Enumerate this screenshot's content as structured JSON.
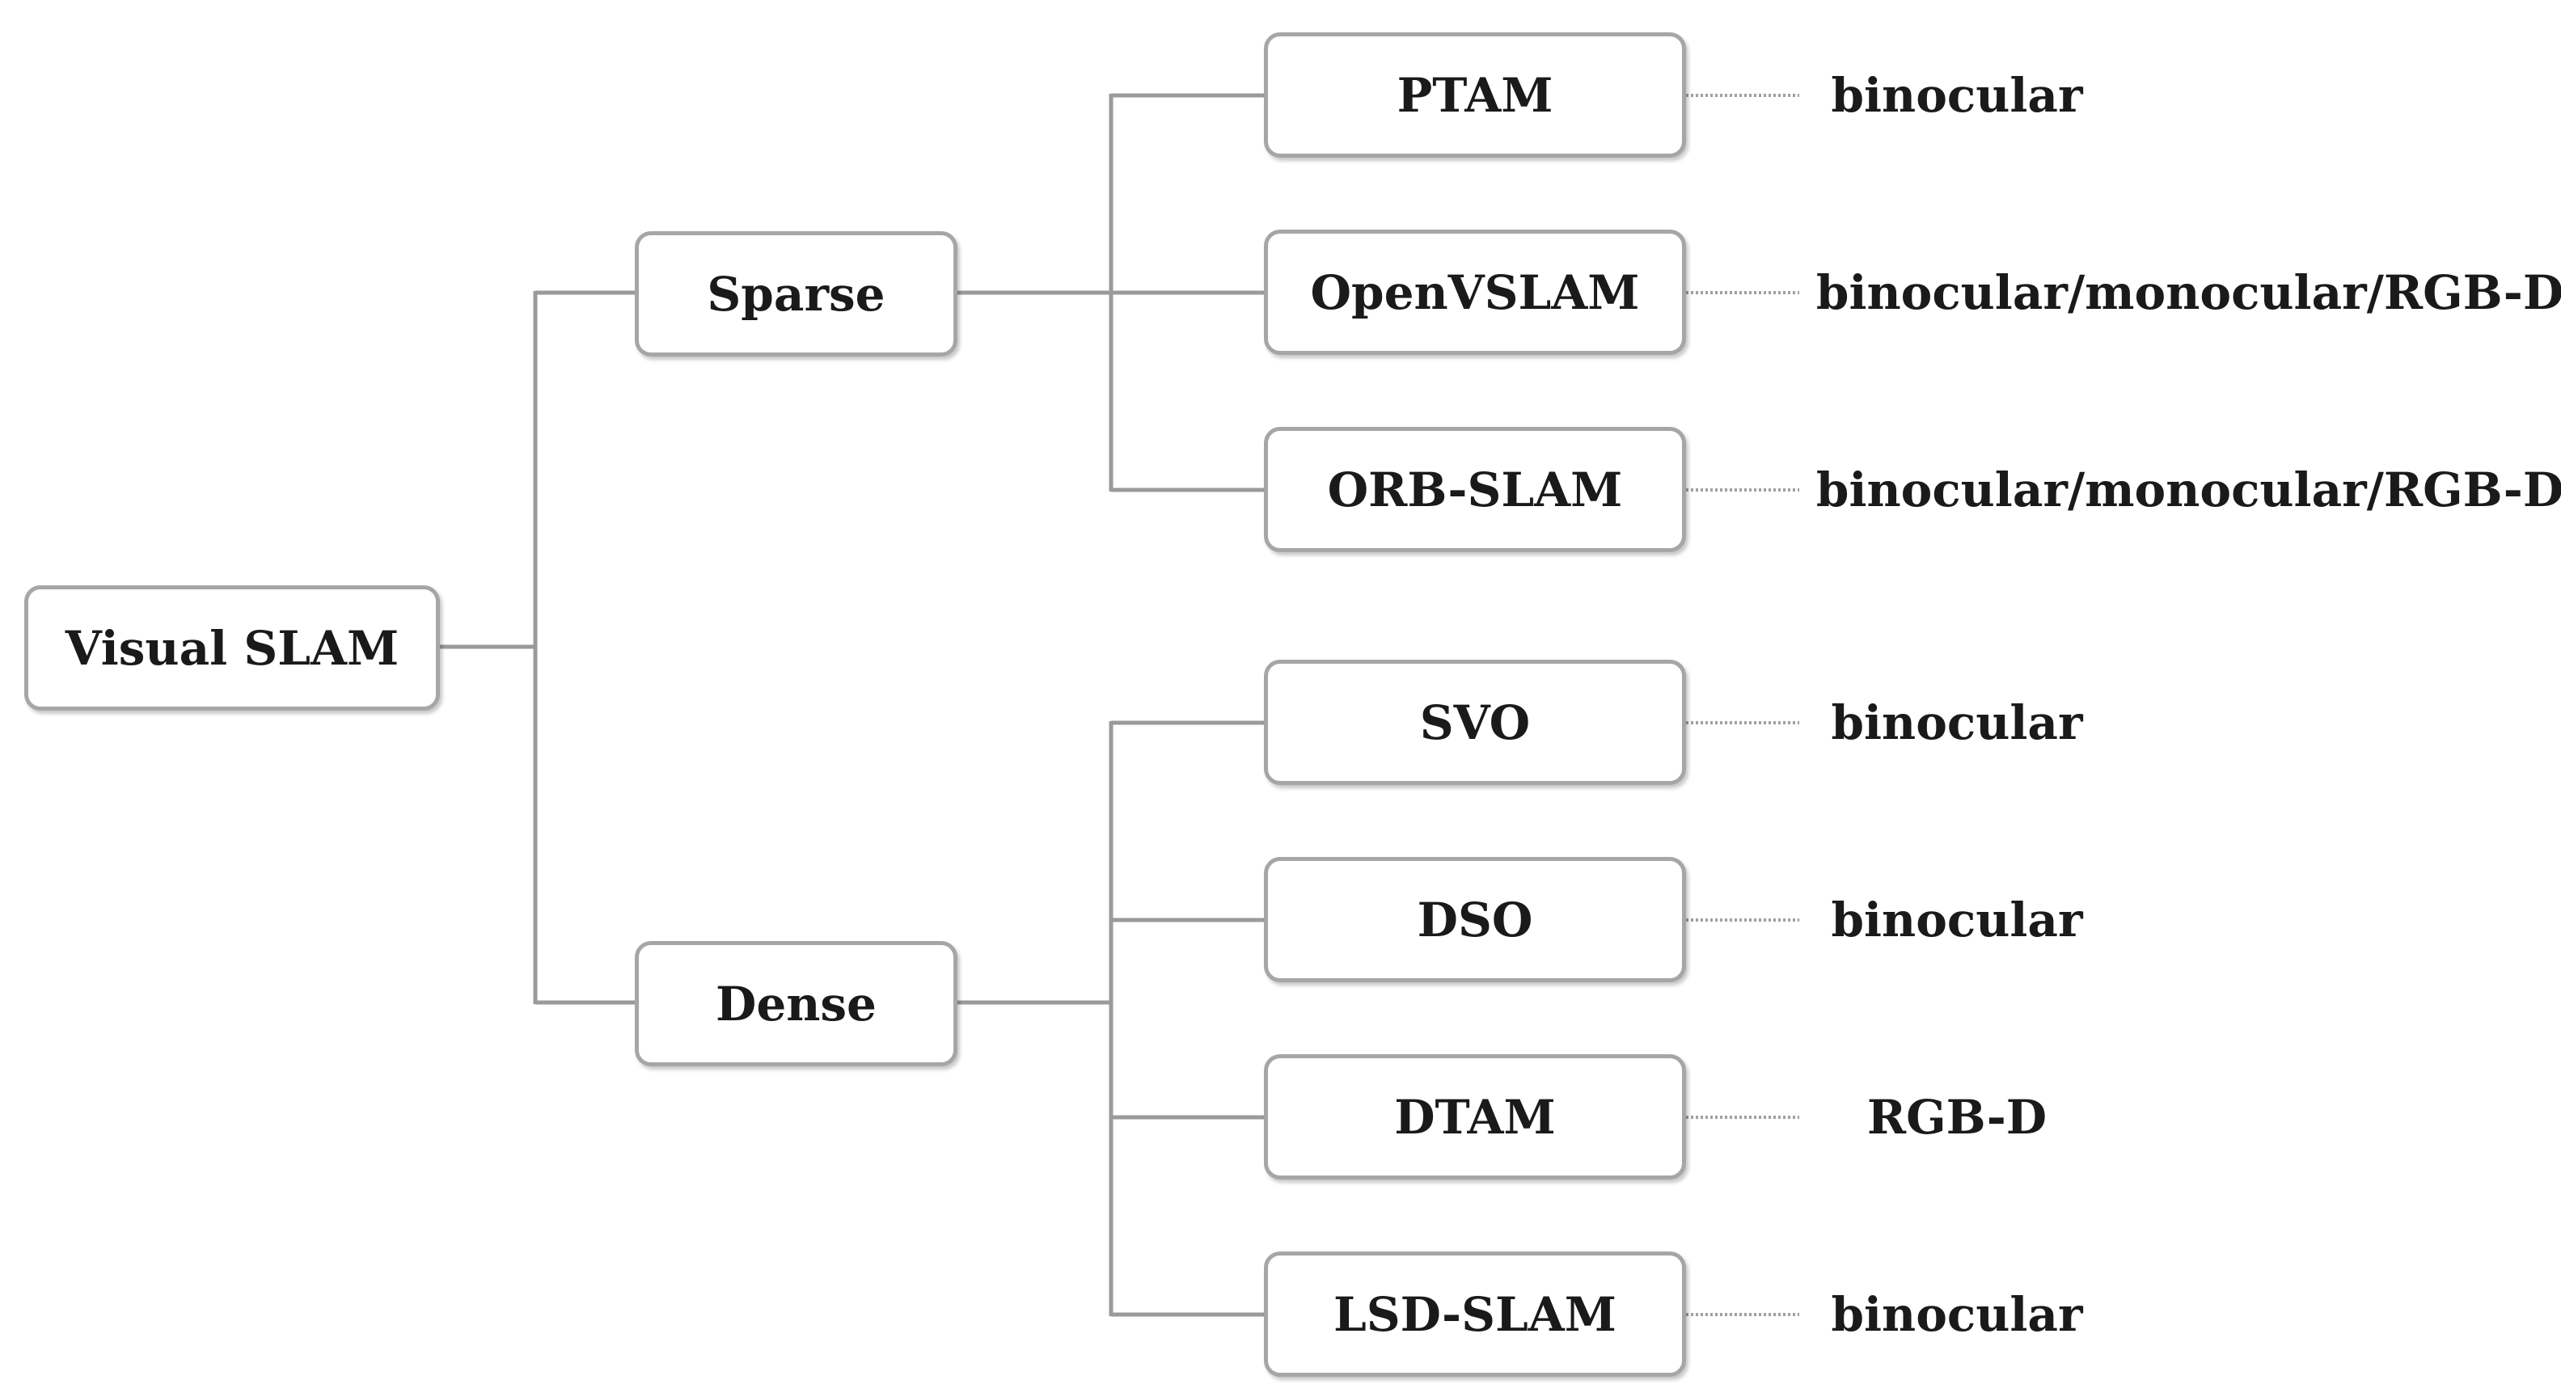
{
  "root": {
    "label": "Visual SLAM"
  },
  "categories": [
    {
      "label": "Sparse",
      "methods": [
        {
          "name": "PTAM",
          "sensor": "binocular"
        },
        {
          "name": "OpenVSLAM",
          "sensor": "binocular/monocular/RGB-D"
        },
        {
          "name": "ORB-SLAM",
          "sensor": "binocular/monocular/RGB-D"
        }
      ]
    },
    {
      "label": "Dense",
      "methods": [
        {
          "name": "SVO",
          "sensor": "binocular"
        },
        {
          "name": "DSO",
          "sensor": "binocular"
        },
        {
          "name": "DTAM",
          "sensor": "RGB-D"
        },
        {
          "name": "LSD-SLAM",
          "sensor": "binocular"
        }
      ]
    }
  ],
  "colors": {
    "box_border": "#a6a6a6",
    "connector": "#9a9a9a",
    "text": "#1a1a1a"
  }
}
